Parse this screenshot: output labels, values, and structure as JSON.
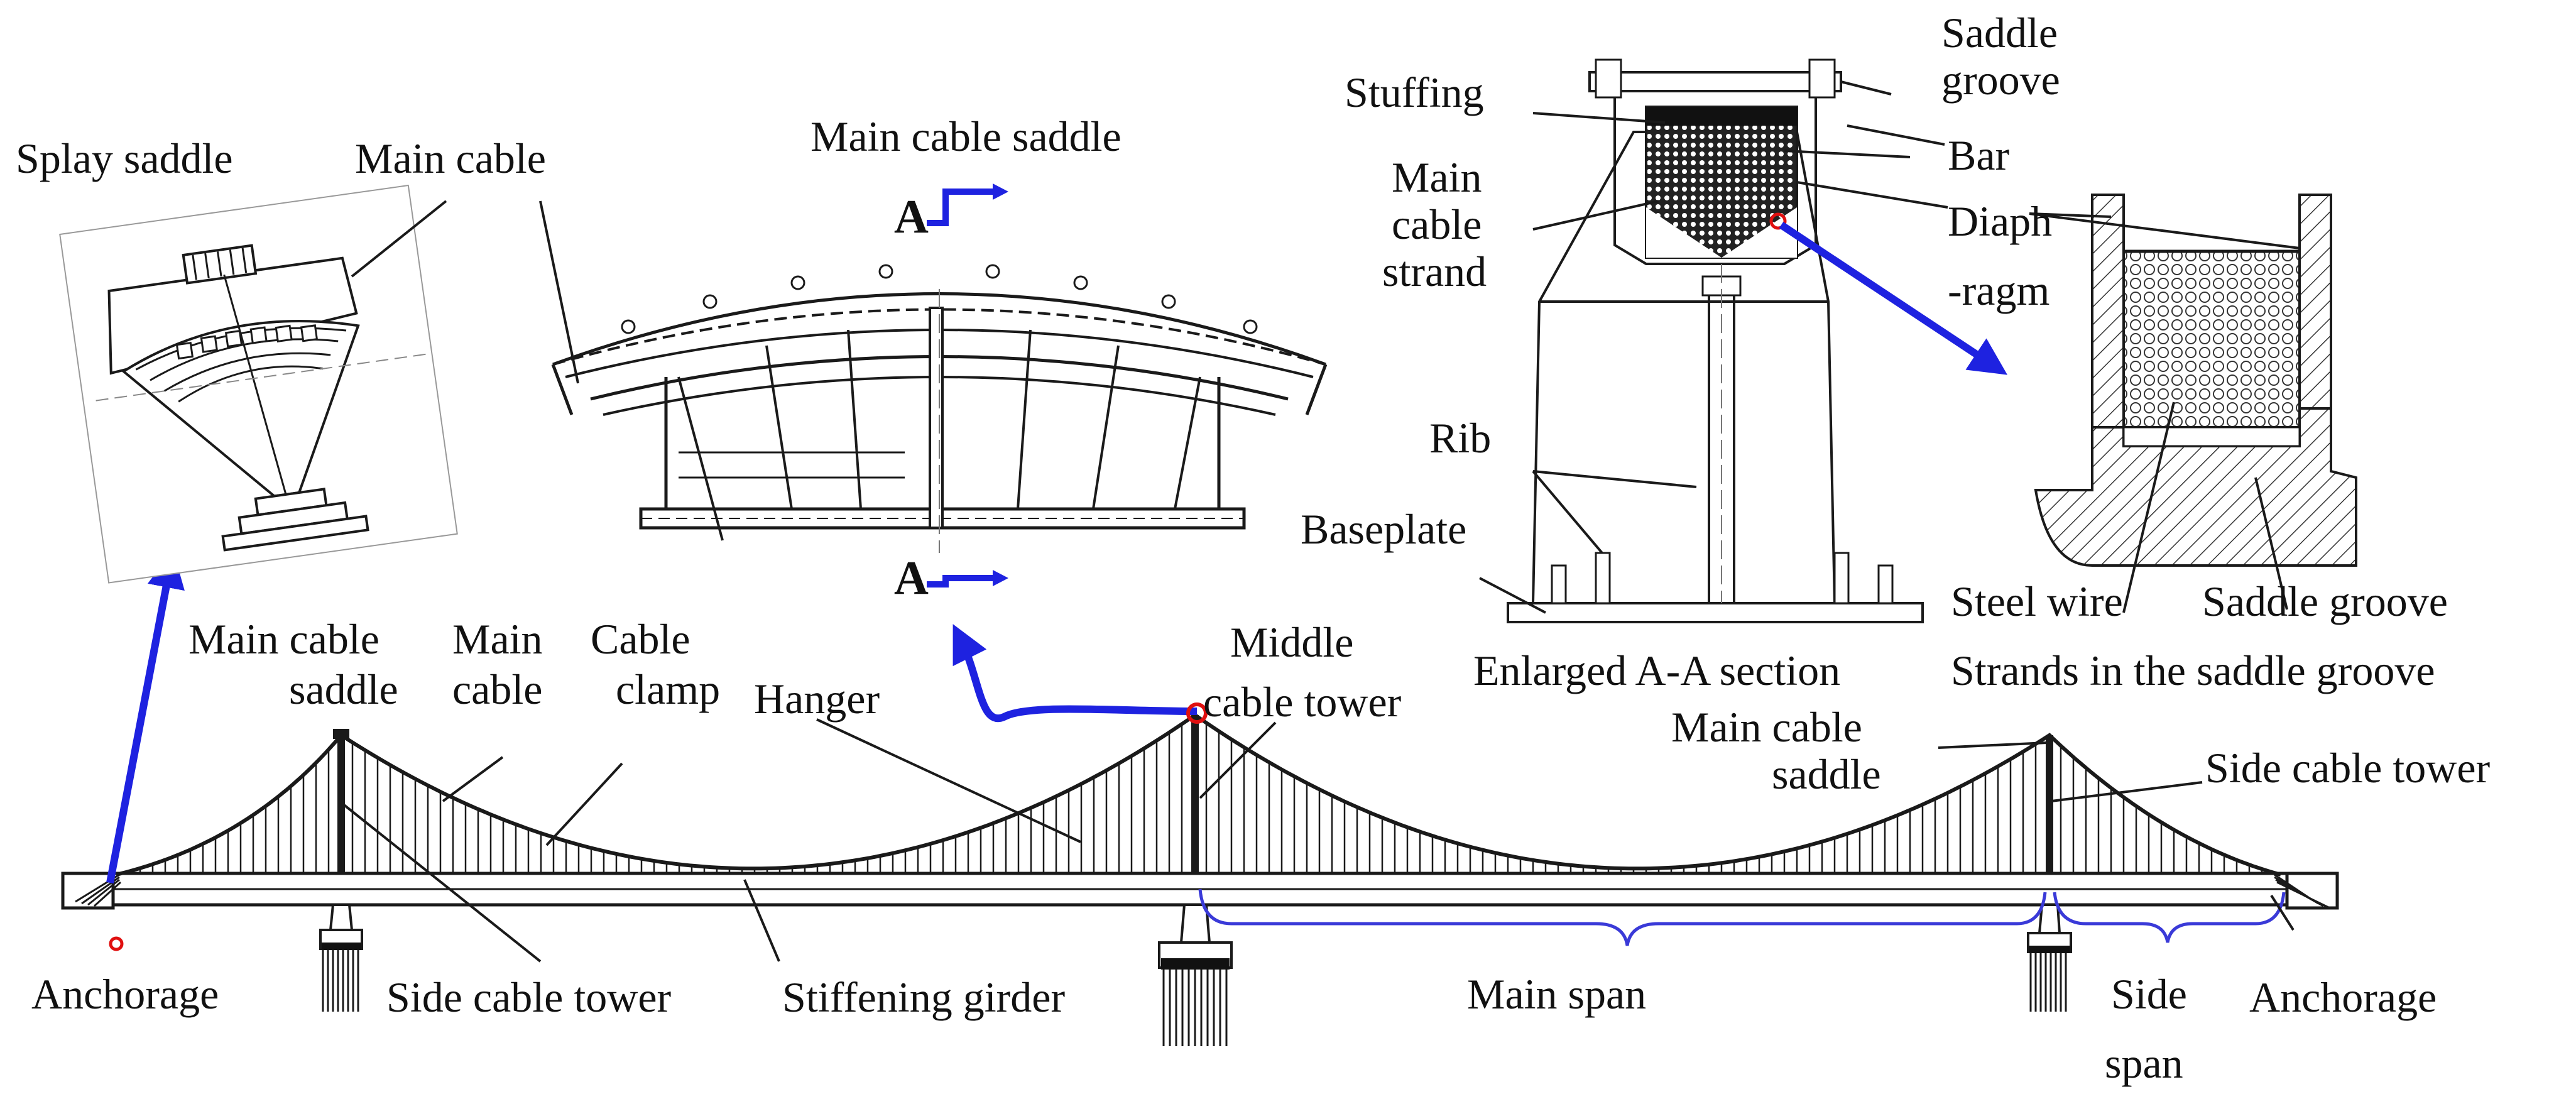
{
  "colors": {
    "ink": "#1a1a1a",
    "arrow": "#1e22e0",
    "marker": "#e01010",
    "brace": "#3a3ad8"
  },
  "labels": {
    "splay_saddle": "Splay saddle",
    "main_cable_top": "Main cable",
    "main_cable_saddle_top": "Main cable saddle",
    "section_mark": "A",
    "stuffing": "Stuffing",
    "main_cable_strand": [
      "Main",
      "cable",
      "strand"
    ],
    "saddle_groove_top": [
      "Saddle",
      "groove"
    ],
    "bar": "Bar",
    "diaphragm": [
      "Diaph",
      "-ragm"
    ],
    "rib": "Rib",
    "baseplate": "Baseplate",
    "enlarged_section": "Enlarged A-A section",
    "steel_wire": "Steel wire",
    "saddle_groove_bottom": "Saddle groove",
    "strands_in_groove": "Strands in the saddle groove",
    "main_cable_saddle_left": [
      "Main cable",
      "saddle"
    ],
    "main_cable_left": [
      "Main",
      "cable"
    ],
    "cable_clamp": [
      "Cable",
      "clamp"
    ],
    "hanger": "Hanger",
    "middle_cable_tower": [
      "Middle",
      "cable tower"
    ],
    "main_cable_saddle_right": [
      "Main cable",
      "saddle"
    ],
    "side_cable_tower_right": "Side cable tower",
    "anchorage_left": "Anchorage",
    "side_cable_tower_left": "Side cable tower",
    "stiffening_girder": "Stiffening girder",
    "main_span": "Main span",
    "side_span": [
      "Side",
      "span"
    ],
    "anchorage_right": "Anchorage"
  }
}
